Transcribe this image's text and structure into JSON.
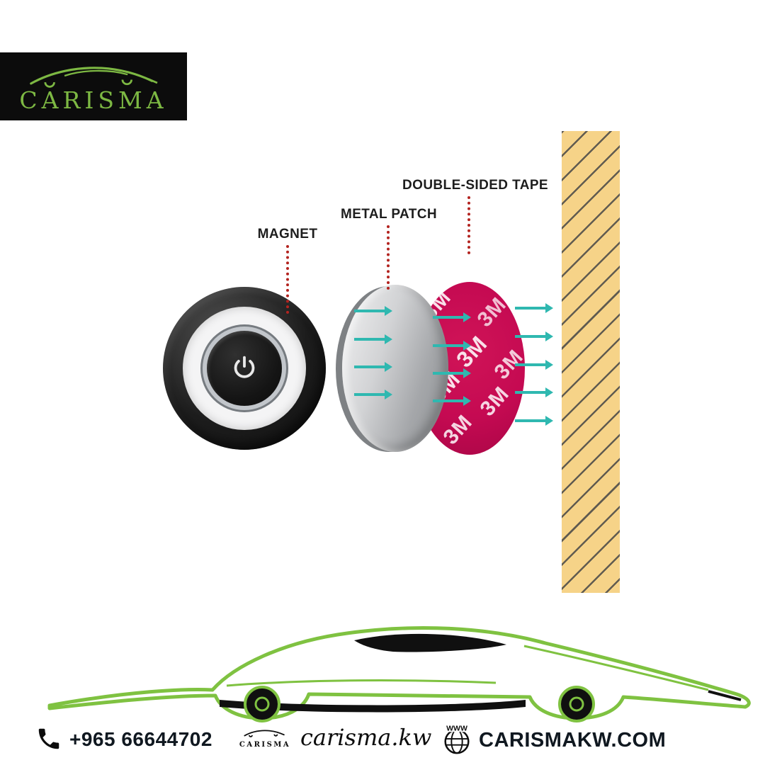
{
  "page": {
    "background": "#ffffff"
  },
  "logo": {
    "text": "CARISMA",
    "color": "#7db843",
    "background": "#0c0c0c"
  },
  "diagram": {
    "labels": [
      {
        "id": "magnet",
        "text": "MAGNET"
      },
      {
        "id": "metal-patch",
        "text": "METAL PATCH"
      },
      {
        "id": "double-sided-tape",
        "text": "DOUBLE-SIDED TAPE"
      }
    ],
    "tape_text": "3M",
    "colors": {
      "arrow_teal": "#2fb8b0",
      "tape_red": "#c50a52",
      "wall_tan": "#f6d388",
      "dotted_red": "#b3231f",
      "label_text": "#1d1d1d",
      "brand_green": "#7db843"
    }
  },
  "footer": {
    "phone": "+965 66644702",
    "logo_text": "CARISMA",
    "handle": "carisma.kw",
    "www_label": "WWW",
    "website": "CARISMAKW.COM"
  }
}
